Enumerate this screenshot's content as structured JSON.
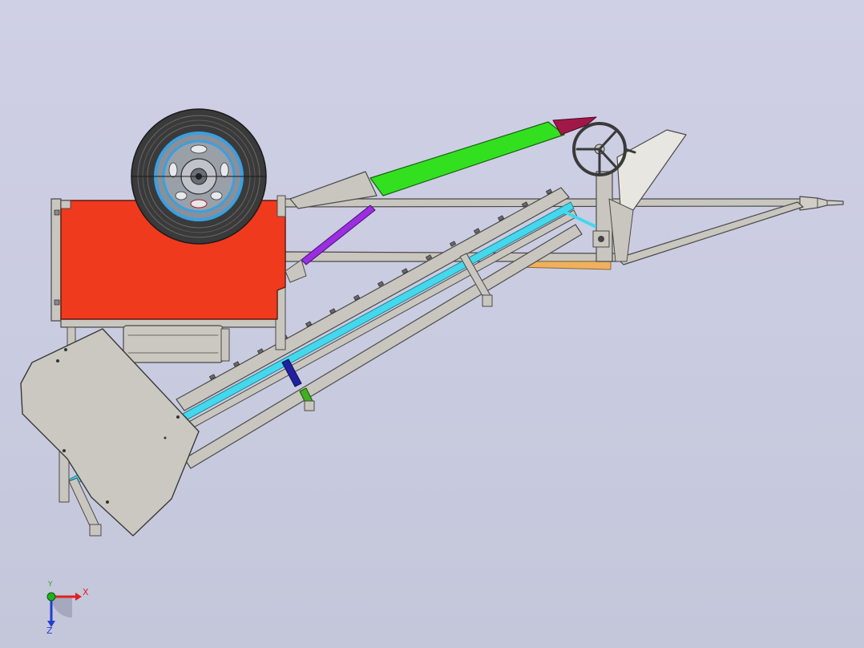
{
  "viewer": {
    "background_top": "#cfd0e6",
    "background_bottom": "#c4c6da"
  },
  "triad": {
    "x_label": "X",
    "y_label": "Y",
    "z_label": "Z",
    "x_color": "#e02020",
    "y_color": "#20b020",
    "z_color": "#2040d0"
  },
  "model": {
    "frame_color": "#c8c6be",
    "frame_edge": "#4a4a4a",
    "hopper_color": "#f03a1e",
    "tire_color": "#3a3a3a",
    "rim_color": "#3aa0e0",
    "conveyor_color": "#44d8ec",
    "upper_arm_color": "#33e020",
    "hitch_tip_color": "#a01848",
    "strut_color": "#9a2ee0",
    "sensor_blue": "#2020a0",
    "sensor_green": "#40b020",
    "brace_orange": "#f0b060",
    "panel_color": "#cac8c0"
  }
}
